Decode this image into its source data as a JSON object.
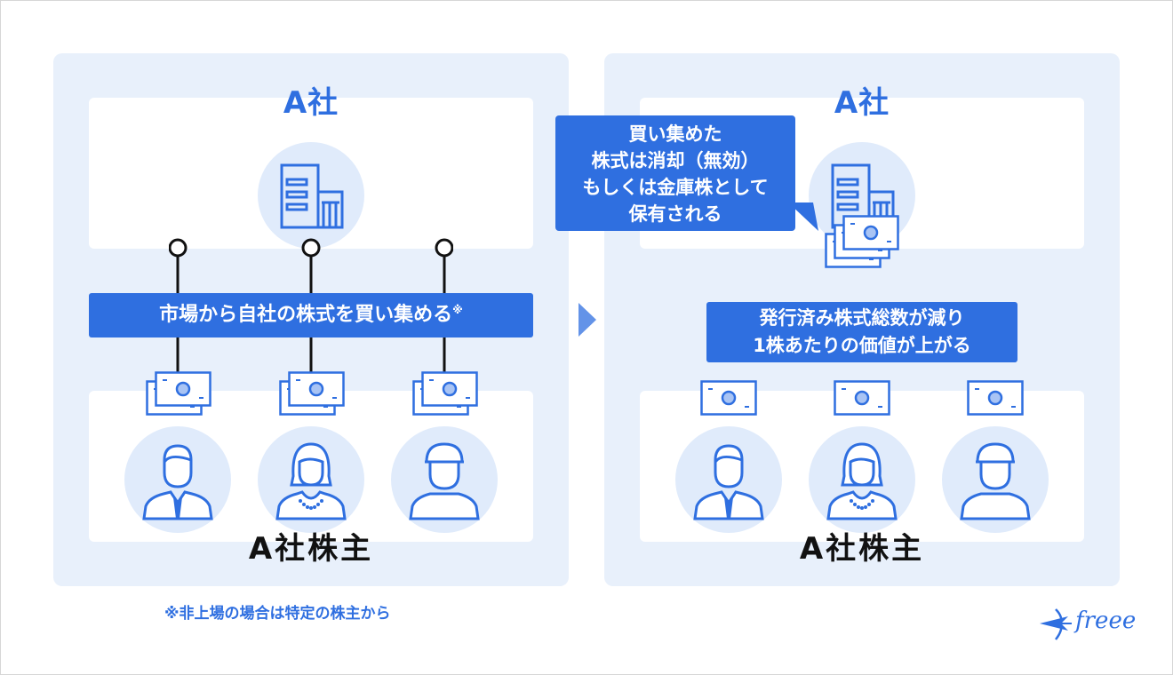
{
  "left_panel": {
    "company_title": "A社",
    "banner_text": "市場から自社の株式を買い集める",
    "banner_mark": "※",
    "shareholders_title": "A社株主"
  },
  "right_panel": {
    "company_title": "A社",
    "callout_lines": [
      "買い集めた",
      "株式は消却（無効）",
      "もしくは金庫株として",
      "保有される"
    ],
    "banner_lines": [
      "発行済み株式総数が減り",
      "1株あたりの価値が上がる"
    ],
    "shareholders_title": "A社株主"
  },
  "footnote": "※非上場の場合は特定の株主から",
  "logo_text": "freee",
  "colors": {
    "accent": "#2f6fe0",
    "panel_bg": "#e8f0fb",
    "circle_bg": "#e0ebfb",
    "dark": "#111111"
  },
  "icons": [
    "building-icon",
    "bill-stack-icon",
    "bill-icon",
    "male-shareholder-icon",
    "female-shareholder-icon",
    "capped-shareholder-icon",
    "next-arrow-icon",
    "freee-bird-icon"
  ]
}
